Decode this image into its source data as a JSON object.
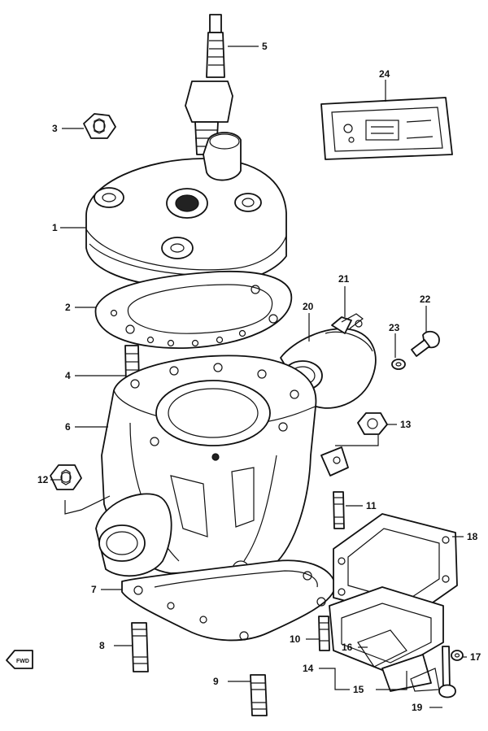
{
  "callouts": [
    {
      "id": "1",
      "label": "1"
    },
    {
      "id": "2",
      "label": "2"
    },
    {
      "id": "3",
      "label": "3"
    },
    {
      "id": "4",
      "label": "4"
    },
    {
      "id": "5",
      "label": "5"
    },
    {
      "id": "6",
      "label": "6"
    },
    {
      "id": "7",
      "label": "7"
    },
    {
      "id": "8",
      "label": "8"
    },
    {
      "id": "9",
      "label": "9"
    },
    {
      "id": "10",
      "label": "10"
    },
    {
      "id": "11",
      "label": "11"
    },
    {
      "id": "12",
      "label": "12"
    },
    {
      "id": "13",
      "label": "13"
    },
    {
      "id": "14",
      "label": "14"
    },
    {
      "id": "15",
      "label": "15"
    },
    {
      "id": "16",
      "label": "16"
    },
    {
      "id": "17",
      "label": "17"
    },
    {
      "id": "18",
      "label": "18"
    },
    {
      "id": "19",
      "label": "19"
    },
    {
      "id": "20",
      "label": "20"
    },
    {
      "id": "21",
      "label": "21"
    },
    {
      "id": "22",
      "label": "22"
    },
    {
      "id": "23",
      "label": "23"
    },
    {
      "id": "24",
      "label": "24"
    }
  ],
  "front_indicator": {
    "text": "FWD",
    "icon": "front-arrow-icon"
  }
}
